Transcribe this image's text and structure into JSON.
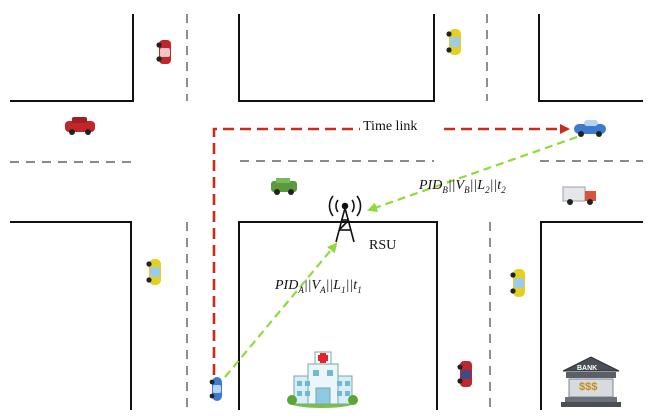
{
  "labels": {
    "time_link": "Time link",
    "rsu": "RSU",
    "bank": "BANK",
    "bank_sign": "$$$"
  },
  "formula_a": {
    "pid": "PID",
    "sub1": "A",
    "sep1": "||",
    "v": "V",
    "sub2": "A",
    "sep2": "||",
    "l": "L",
    "sub3": "1",
    "sep3": "||",
    "t": "t",
    "sub4": "1"
  },
  "formula_b": {
    "pid": "PID",
    "sub1": "B",
    "sep1": "||",
    "v": "V",
    "sub2": "B",
    "sep2": "||",
    "l": "L",
    "sub3": "2",
    "sep3": "||",
    "t": "t",
    "sub4": "2"
  },
  "colors": {
    "time_link": "#cc2a1a",
    "comm_link": "#8edc3a",
    "road_line": "#111111",
    "car_red": "#c0262b",
    "car_yellow": "#e3d020",
    "car_blue": "#3d7bd1",
    "car_green": "#5a9a3c",
    "hospital_cross": "#e0262b"
  },
  "icons": [
    "rsu-antenna-icon",
    "hospital-icon",
    "bank-icon",
    "car-icon",
    "truck-icon"
  ]
}
